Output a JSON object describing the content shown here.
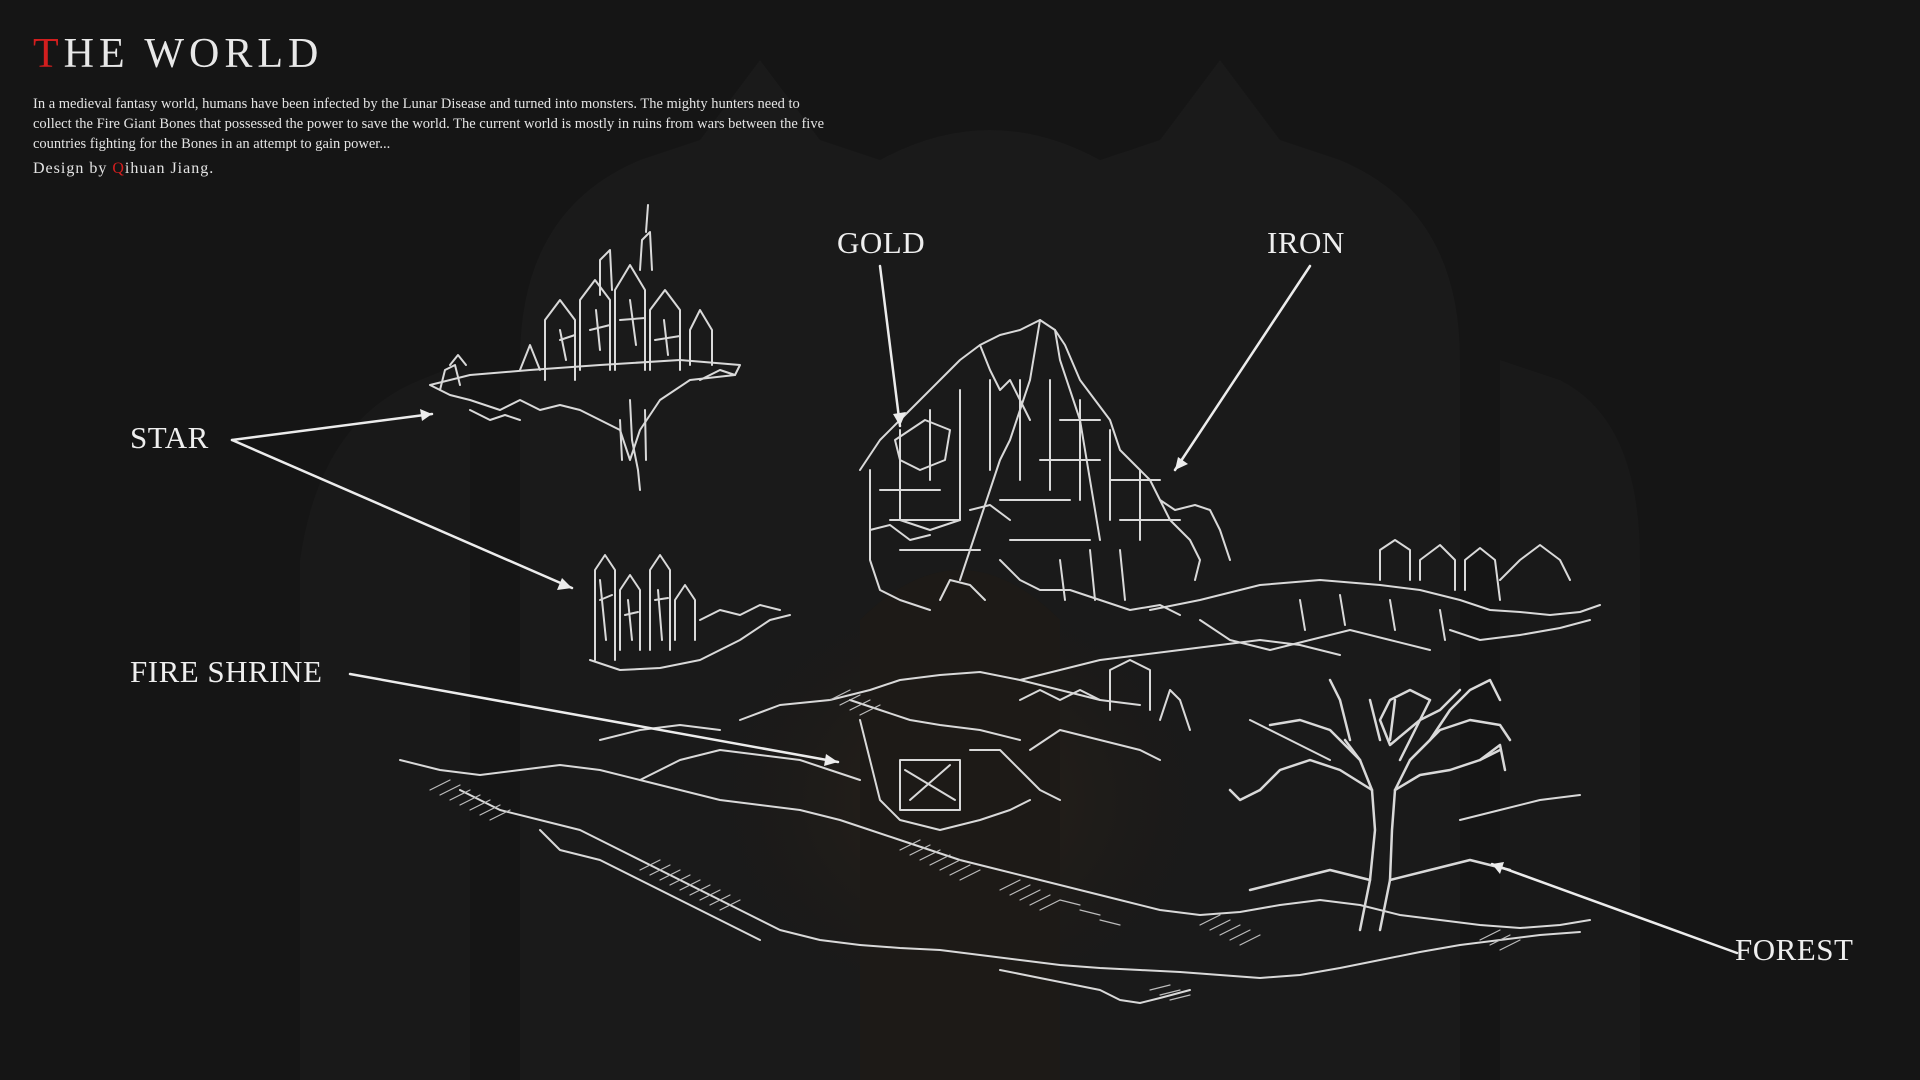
{
  "header": {
    "title_initial": "T",
    "title_rest": "HE WORLD",
    "description": "In a medieval fantasy world, humans have been infected by the Lunar Disease and turned into monsters. The mighty hunters need to collect the Fire Giant Bones that possessed the power to save the world. The current world is mostly in ruins from wars between the five countries fighting for the Bones in an attempt to gain power...",
    "credit_prefix": "Design by ",
    "credit_initial": "Q",
    "credit_rest": "ihuan Jiang."
  },
  "map_labels": {
    "star": "STAR",
    "gold": "GOLD",
    "iron": "IRON",
    "fire_shrine": "FIRE SHRINE",
    "forest": "FOREST"
  },
  "colors": {
    "background": "#151515",
    "accent": "#d21e1e",
    "text": "#e8e8e8",
    "sketch": "#d9d9d9"
  }
}
